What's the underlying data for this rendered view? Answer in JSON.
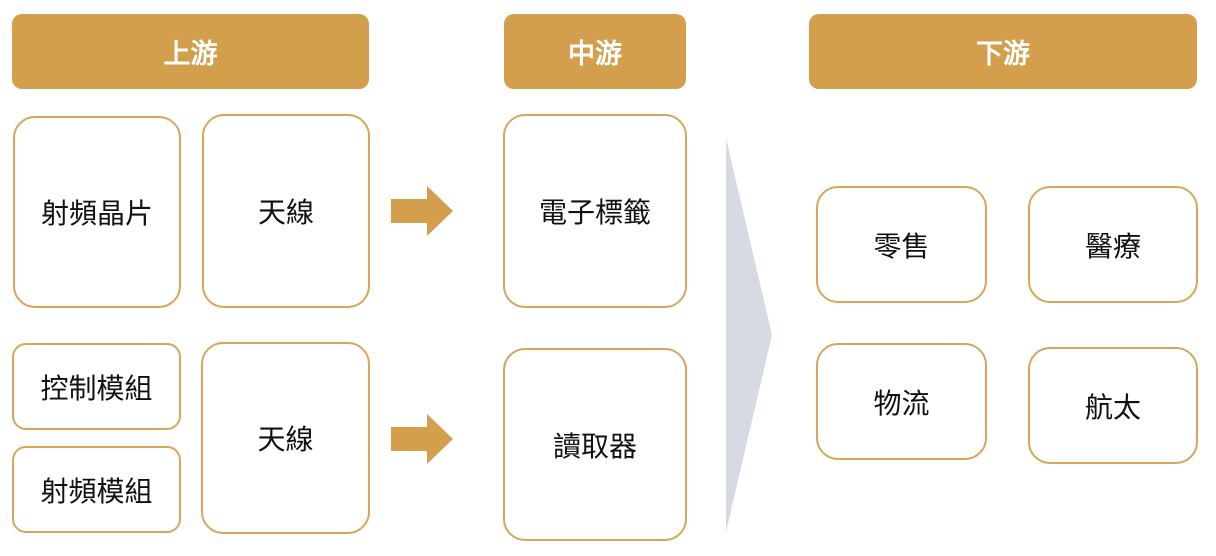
{
  "headers": {
    "upstream": "上游",
    "midstream": "中游",
    "downstream": "下游"
  },
  "upstream": {
    "rf_chip": "射頻晶片",
    "antenna_1": "天線",
    "control_module": "控制模組",
    "rf_module": "射頻模組",
    "antenna_2": "天線"
  },
  "midstream": {
    "tag": "電子標籤",
    "reader": "讀取器"
  },
  "downstream": {
    "retail": "零售",
    "medical": "醫療",
    "logistics": "物流",
    "aerospace": "航太"
  },
  "colors": {
    "header": "#d39f4c",
    "border": "#d8a55a",
    "arrow": "#d39f4c",
    "chevron": "#d6dbe3"
  }
}
